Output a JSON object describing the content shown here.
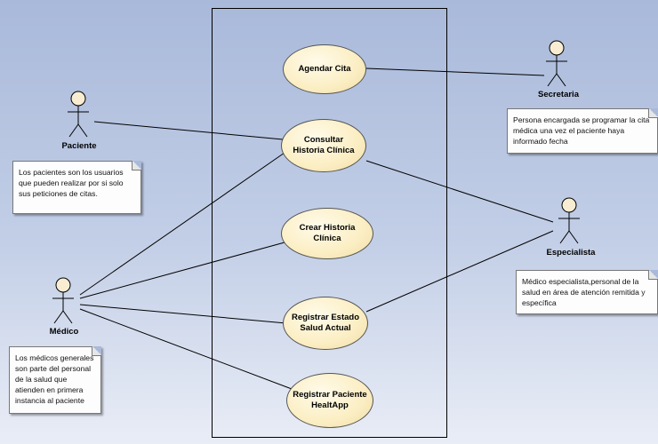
{
  "use_cases": {
    "agendar": "Agendar Cita",
    "consultar": "Consultar Historia Clínica",
    "crear": "Crear Historia Clínica",
    "registrar_estado": "Registrar Estado Salud Actual",
    "registrar_paciente": "Registrar Paciente HealtApp"
  },
  "actors": {
    "paciente": "Paciente",
    "medico": "Médico",
    "secretaria": "Secretaria",
    "especialista": "Especialista"
  },
  "notes": {
    "paciente": "Los pacientes son los usuarios que pueden realizar por si solo sus peticiones de citas.",
    "medico": "Los médicos generales son parte del personal de la salud que atienden en primera instancia al paciente",
    "secretaria": "Persona encargada se programar la cita médica una vez el paciente haya informado fecha",
    "especialista": "Médico especialista,personal de la salud en área de atención remitida y específica"
  }
}
